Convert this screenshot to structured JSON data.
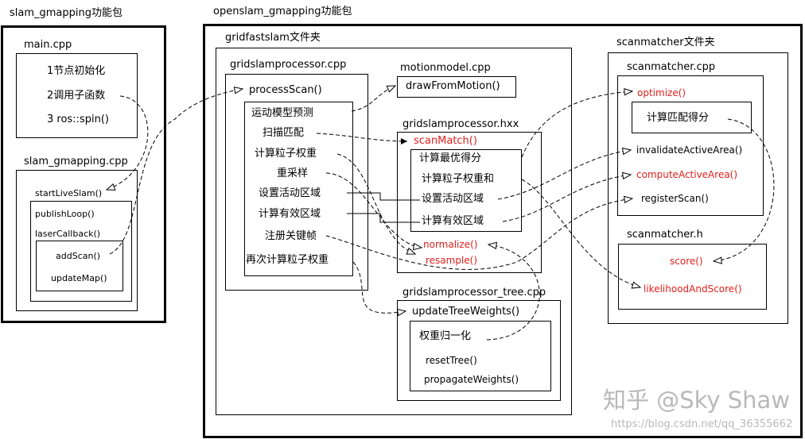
{
  "packages": {
    "slam": {
      "title": "slam_gmapping功能包"
    },
    "openslam": {
      "title": "openslam_gmapping功能包"
    }
  },
  "main_cpp": {
    "title": "main.cpp",
    "items": [
      "1节点初始化",
      "2调用子函数",
      "3 ros::spin()"
    ]
  },
  "slam_gmapping_cpp": {
    "title": "slam_gmapping.cpp",
    "startLiveSlam": "startLiveSlam()",
    "publishLoop": "publishLoop()",
    "laserCallback": "laserCallback()",
    "addScan": "addScan()",
    "updateMap": "updateMap()"
  },
  "gridfastslam": {
    "title": "gridfastslam文件夹",
    "processor_cpp": {
      "title": "gridslamprocessor.cpp",
      "processScan": "processScan()",
      "steps": [
        "运动模型预测",
        "扫描匹配",
        "计算粒子权重",
        "重采样",
        "设置活动区域",
        "计算有效区域",
        "注册关键帧",
        "再次计算粒子权重"
      ]
    },
    "motionmodel": {
      "title": "motionmodel.cpp",
      "drawFromMotion": "drawFromMotion()"
    },
    "processor_hxx": {
      "title": "gridslamprocessor.hxx",
      "scanMatch": "scanMatch()",
      "steps": [
        "计算最优得分",
        "计算粒子权重和",
        "设置活动区域",
        "计算有效区域"
      ],
      "normalize": "normalize()",
      "resample": "resample()"
    },
    "tree_cpp": {
      "title": "gridslamprocessor_tree.cpp",
      "updateTreeWeights": "updateTreeWeights()",
      "normalize": "权重归一化",
      "resetTree": "resetTree()",
      "propagateWeights": "propagateWeights()"
    }
  },
  "scanmatcher": {
    "title": "scanmatcher文件夹",
    "cpp": {
      "title": "scanmatcher.cpp",
      "optimize": "optimize()",
      "score_calc": "计算匹配得分",
      "invalidateActiveArea": "invalidateActiveArea()",
      "computeActiveArea": "computeActiveArea()",
      "registerScan": "registerScan()"
    },
    "h": {
      "title": "scanmatcher.h",
      "score": "score()",
      "likelihoodAndScore": "likelihoodAndScore()"
    }
  },
  "watermark": {
    "brand": "知乎 @Sky Shaw",
    "url": "https://blog.csdn.net/qq_36355662"
  },
  "colors": {
    "highlight": "#e0201b",
    "line": "#000000",
    "watermark": "#b9b9b9"
  }
}
